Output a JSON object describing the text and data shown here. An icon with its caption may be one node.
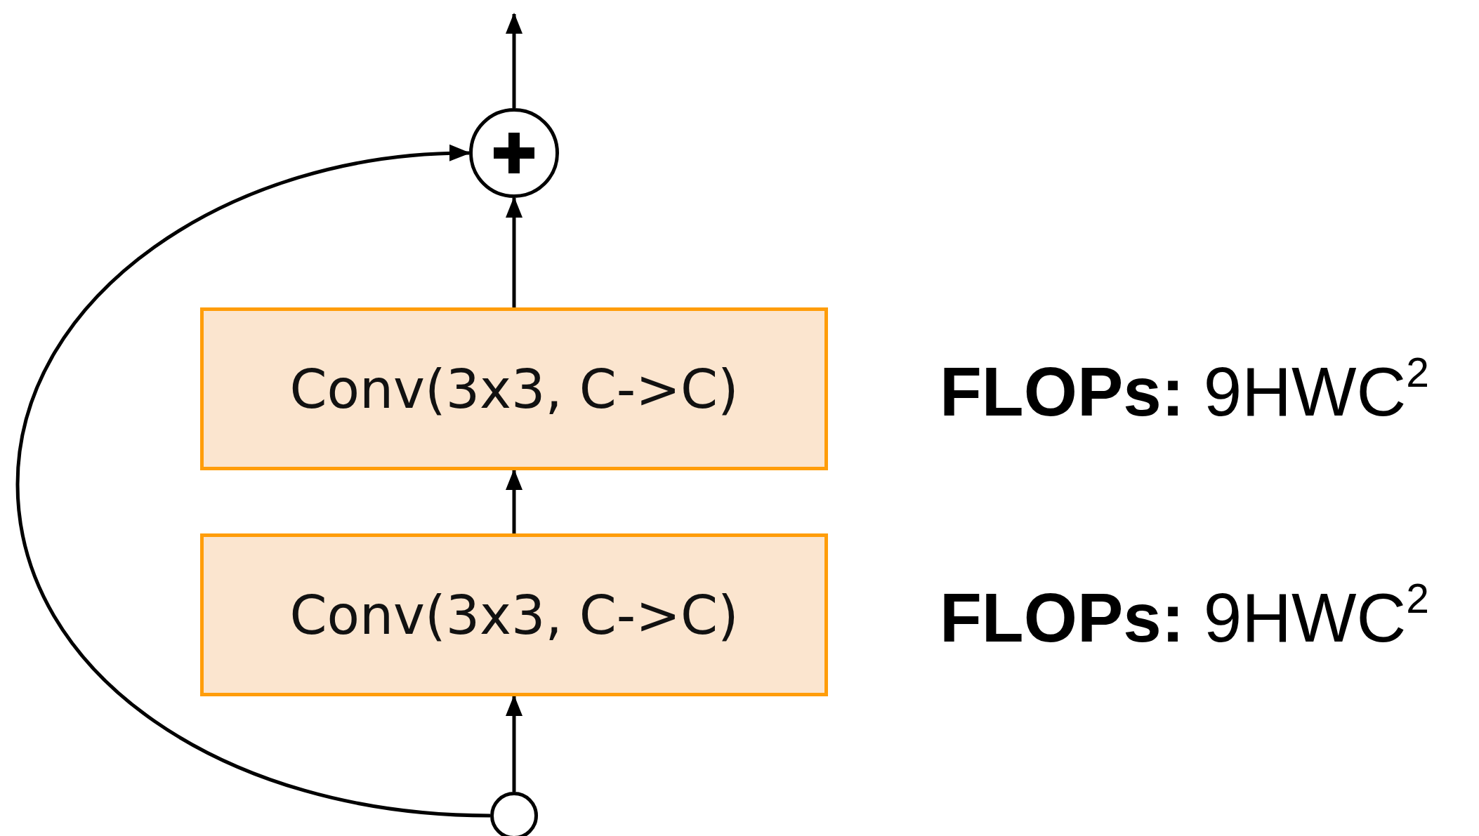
{
  "diagram": {
    "nodes": [
      {
        "text": [],
        "shape": "circle"
      },
      {
        "text": [
          "Conv(3x3, C->C)"
        ],
        "beside": [
          "**FLOPs:** 9HWC$^{2}$"
        ]
      },
      {
        "text": [
          "Conv(3x3, C->C)"
        ],
        "beside": [
          "**FLOPs:** 9HWC$^{2}$"
        ]
      },
      {
        "text": [],
        "shape": "circle"
      }
    ],
    "edges": [
      {
        "from": 0,
        "to": null,
        "arrow": "to"
      },
      {
        "from": 1,
        "to": 0,
        "arrow": "to"
      },
      {
        "from": 2,
        "to": 1,
        "arrow": "to"
      },
      {
        "from": 3,
        "to": 2,
        "arrow": "to"
      },
      {
        "from": 3,
        "to": 0,
        "arrow": "to"
      }
    ]
  }
}
